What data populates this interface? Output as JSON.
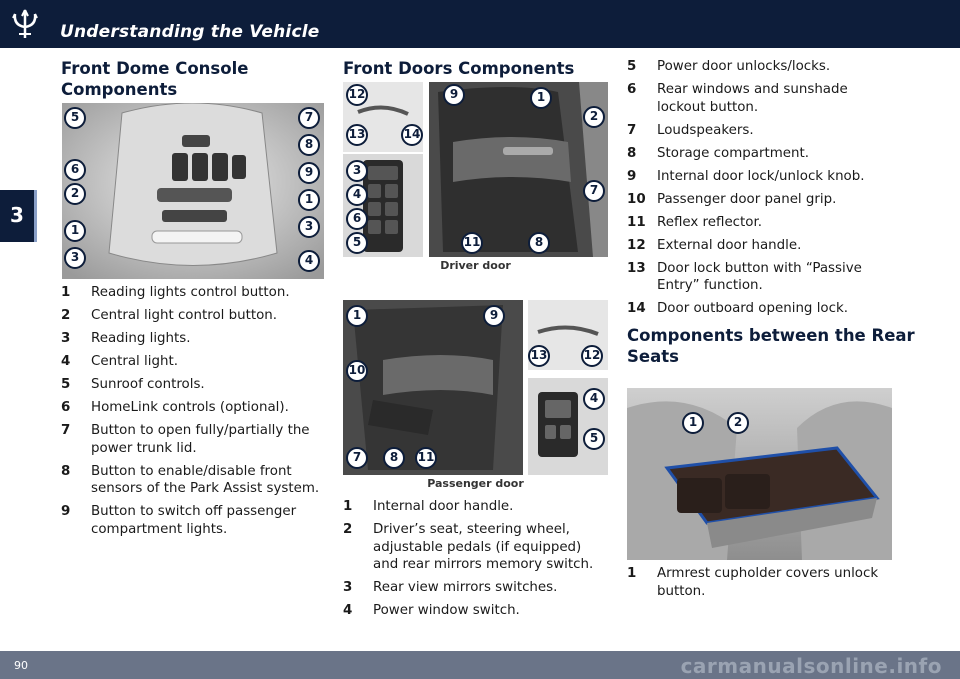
{
  "header": {
    "title": "Understanding the Vehicle"
  },
  "chapter": {
    "number": "3"
  },
  "footer": {
    "page": "90",
    "watermark": "carmanualsonline.info"
  },
  "dome": {
    "heading_line1": "Front Dome Console",
    "heading_line2": "Components",
    "callouts": [
      "5",
      "7",
      "8",
      "6",
      "9",
      "2",
      "1",
      "1",
      "3",
      "3",
      "4"
    ],
    "items": [
      {
        "n": "1",
        "text": "Reading lights control button."
      },
      {
        "n": "2",
        "text": "Central light control button."
      },
      {
        "n": "3",
        "text": "Reading lights."
      },
      {
        "n": "4",
        "text": "Central light."
      },
      {
        "n": "5",
        "text": "Sunroof controls."
      },
      {
        "n": "6",
        "text": "HomeLink controls (optional)."
      },
      {
        "n": "7",
        "text": "Button to open fully/partially the power trunk lid."
      },
      {
        "n": "8",
        "text": "Button to enable/disable front sensors of the Park Assist system."
      },
      {
        "n": "9",
        "text": "Button to switch off passenger compartment lights."
      }
    ]
  },
  "doors": {
    "heading": "Front Doors Components",
    "driver_caption": "Driver door",
    "passenger_caption": "Passenger door",
    "driver_callouts": [
      "12",
      "9",
      "1",
      "2",
      "13",
      "14",
      "3",
      "4",
      "6",
      "5",
      "11",
      "8",
      "7"
    ],
    "passenger_callouts": [
      "1",
      "9",
      "10",
      "13",
      "12",
      "4",
      "5",
      "7",
      "8",
      "11"
    ],
    "items_left": [
      {
        "n": "1",
        "text": "Internal door handle."
      },
      {
        "n": "2",
        "text": "Driver’s seat, steering wheel, adjustable pedals (if equipped) and rear mirrors memory switch."
      },
      {
        "n": "3",
        "text": "Rear view mirrors switches."
      },
      {
        "n": "4",
        "text": "Power window switch."
      }
    ],
    "items_right": [
      {
        "n": "5",
        "text": "Power door unlocks/locks."
      },
      {
        "n": "6",
        "text": "Rear windows and sunshade lockout button."
      },
      {
        "n": "7",
        "text": "Loudspeakers."
      },
      {
        "n": "8",
        "text": "Storage compartment."
      },
      {
        "n": "9",
        "text": "Internal door lock/unlock knob."
      },
      {
        "n": "10",
        "text": "Passenger door panel grip."
      },
      {
        "n": "11",
        "text": "Reflex reflector."
      },
      {
        "n": "12",
        "text": "External door handle."
      },
      {
        "n": "13",
        "text": "Door lock button with “Passive Entry” function."
      },
      {
        "n": "14",
        "text": "Door outboard opening lock."
      }
    ]
  },
  "rear": {
    "heading_line1": "Components between the Rear",
    "heading_line2": "Seats",
    "callouts": [
      "1",
      "2"
    ],
    "items": [
      {
        "n": "1",
        "text": "Armrest cupholder covers unlock button."
      }
    ]
  }
}
